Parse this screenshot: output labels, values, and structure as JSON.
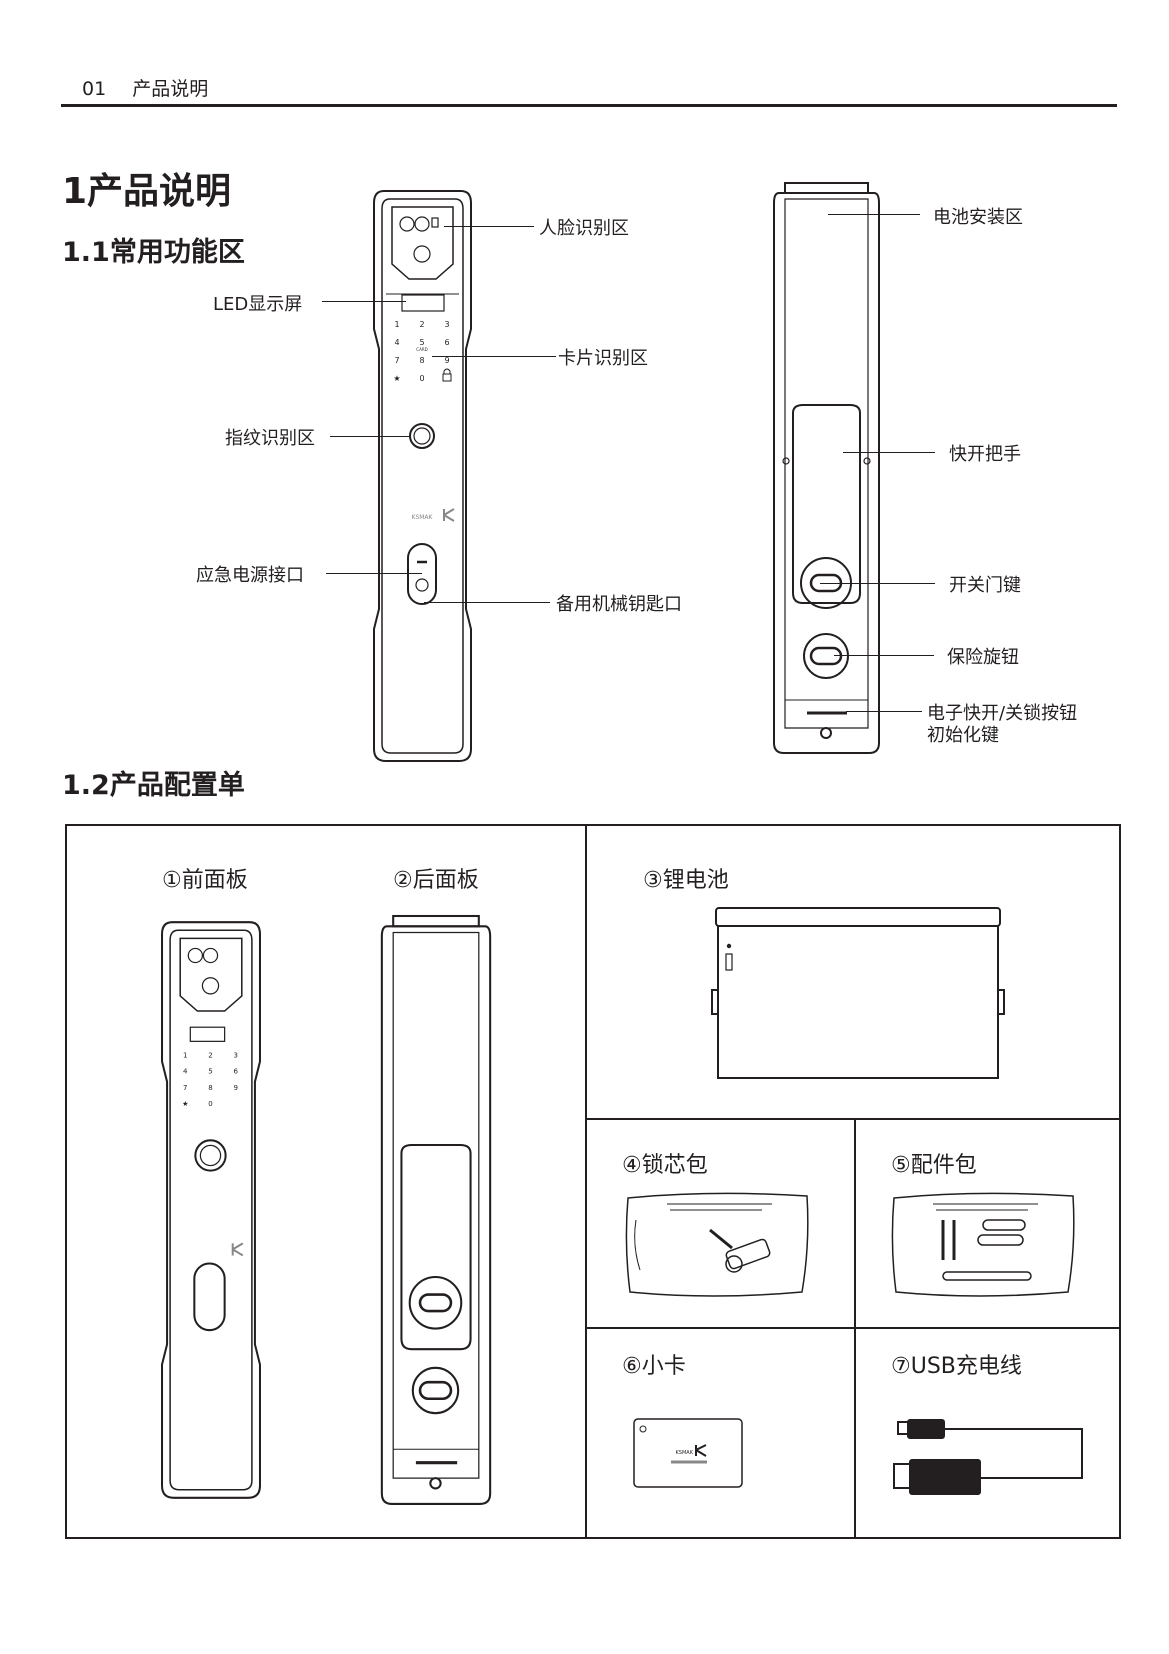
{
  "header": {
    "page_number": "01",
    "section": "产品说明"
  },
  "title": "1产品说明",
  "section_1_1": {
    "title": "1.1常用功能区",
    "front_labels": {
      "face": "人脸识别区",
      "led": "LED显示屏",
      "card": "卡片识别区",
      "fingerprint": "指纹识别区",
      "emergency_power": "应急电源接口",
      "backup_key": "备用机械钥匙口"
    },
    "back_labels": {
      "battery": "电池安装区",
      "handle": "快开把手",
      "door_key": "开关门键",
      "safety_knob": "保险旋钮",
      "electronic_button_line1": "电子快开/关锁按钮",
      "electronic_button_line2": "初始化键"
    },
    "keypad": [
      "1",
      "2",
      "3",
      "4",
      "5",
      "6",
      "7",
      "8",
      "9",
      "★",
      "0"
    ],
    "card_mark": "CARD",
    "logo": "KSMAK"
  },
  "section_1_2": {
    "title": "1.2产品配置单",
    "items": [
      {
        "label": "①前面板"
      },
      {
        "label": "②后面板"
      },
      {
        "label": "③锂电池"
      },
      {
        "label": "④锁芯包"
      },
      {
        "label": "⑤配件包"
      },
      {
        "label": "⑥小卡"
      },
      {
        "label": "⑦USB充电线"
      }
    ],
    "card_logo": "KSMAK"
  }
}
